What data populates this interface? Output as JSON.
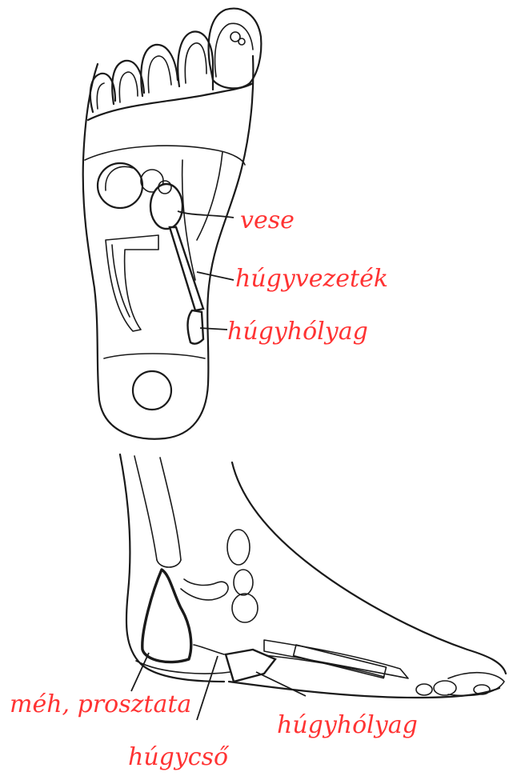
{
  "colors": {
    "label": "#ff3333",
    "line": "#1a1a1a",
    "background": "#ffffff"
  },
  "labels": {
    "vese": "vese",
    "hugyvezetek": "húgyvezeték",
    "hugyholyag_top": "húgyhólyag",
    "meh_prosztata": "méh, prosztata",
    "hugyholyag_bottom": "húgyhólyag",
    "hugycso": "húgycső"
  }
}
